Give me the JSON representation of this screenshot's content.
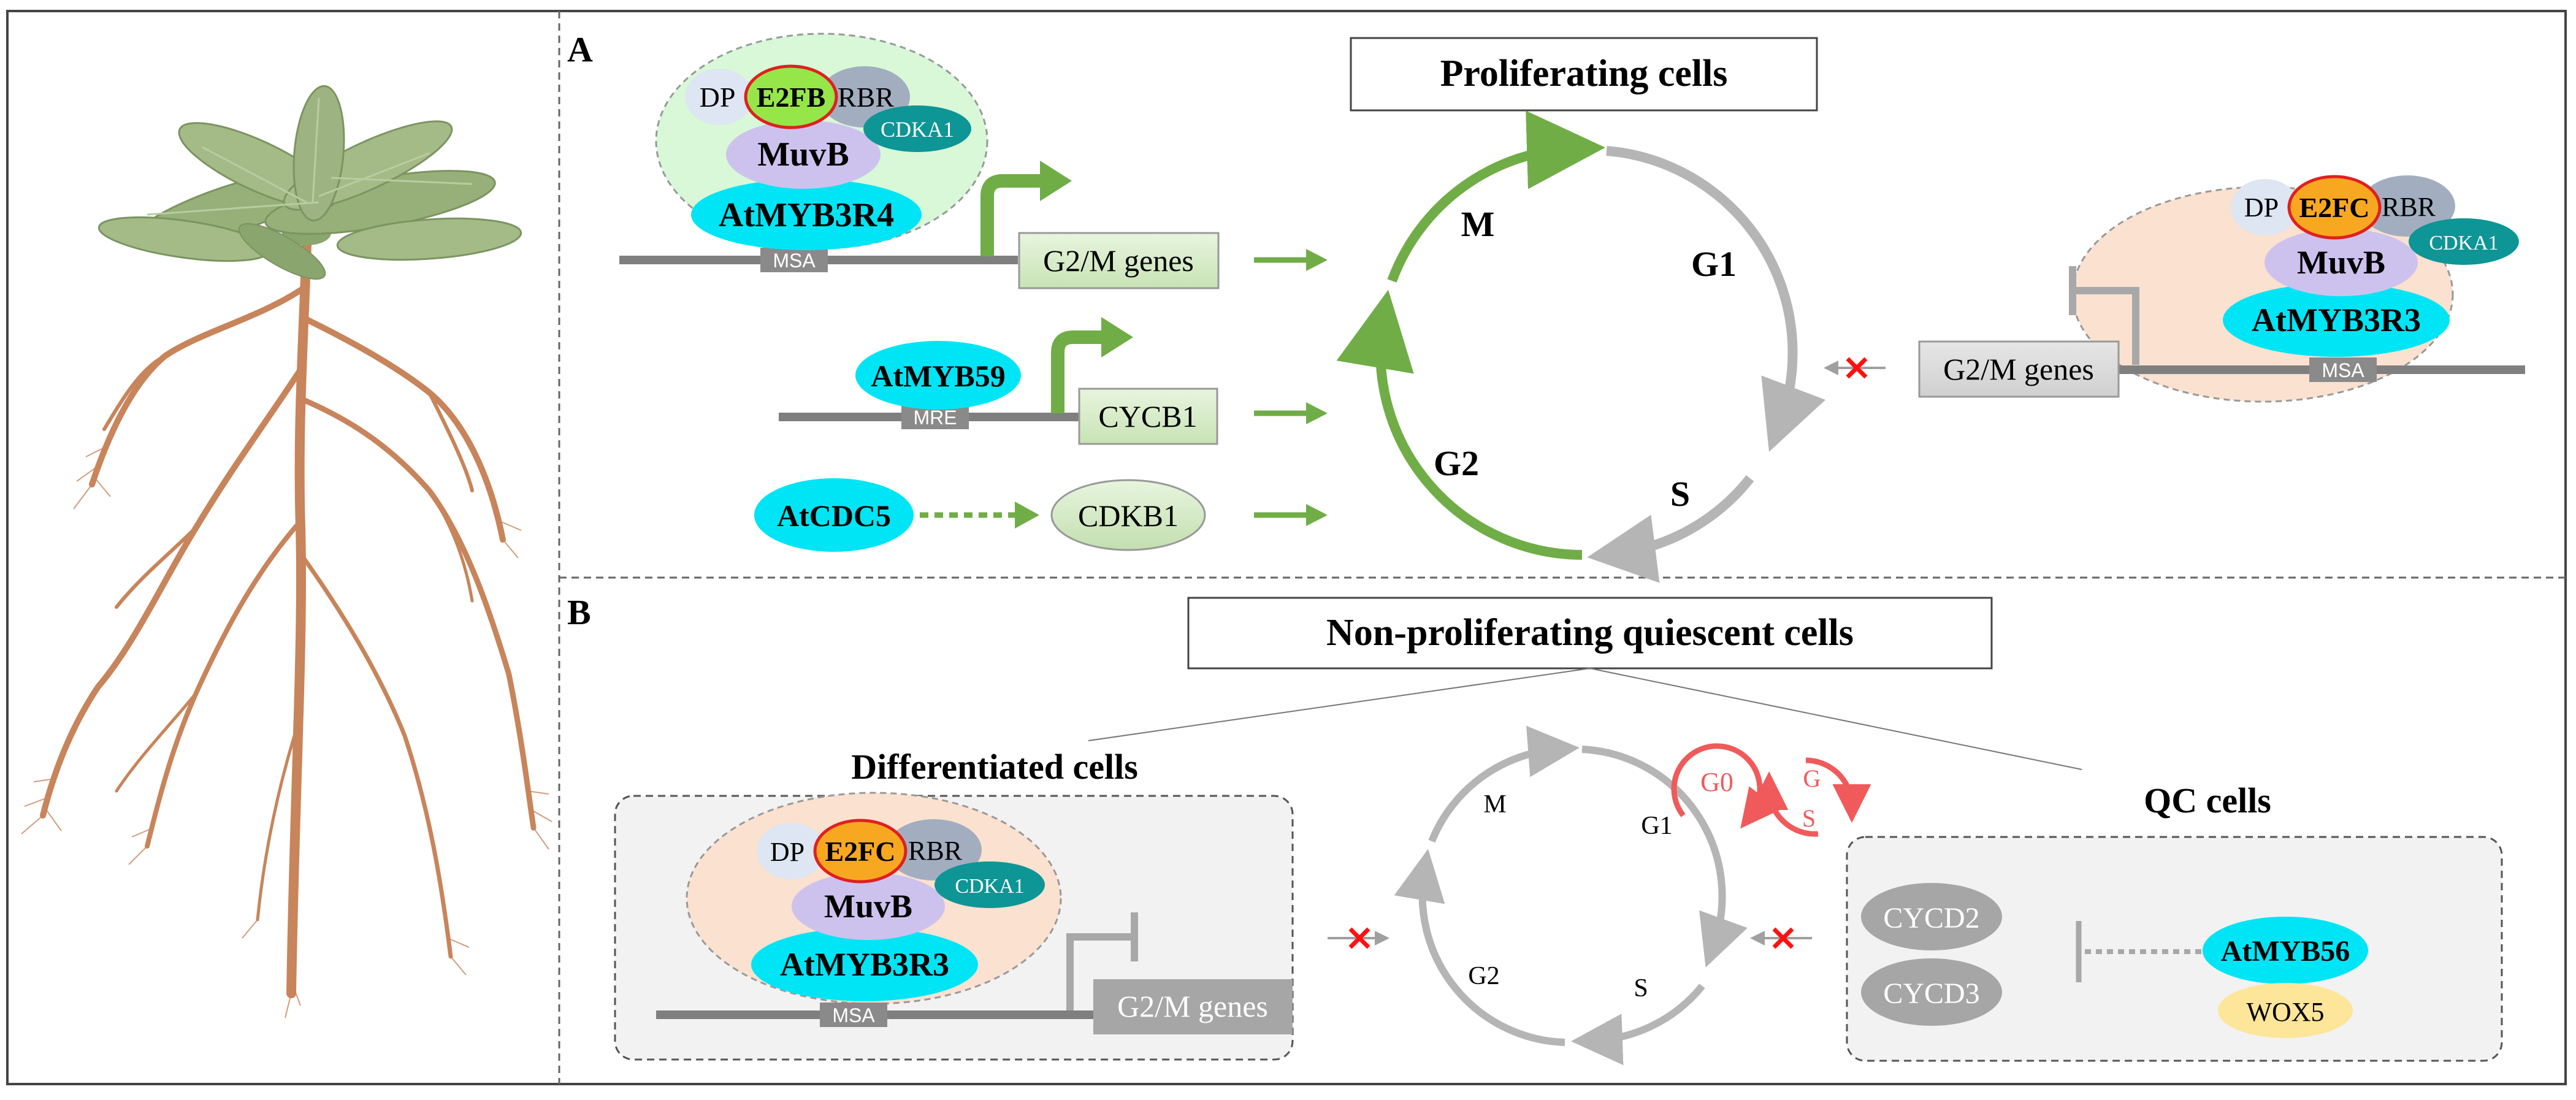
{
  "panels": {
    "a_letter": "A",
    "b_letter": "B"
  },
  "panel_a": {
    "title": "Proliferating cells",
    "myb3r4_complex": {
      "dp": "DP",
      "e2f": "E2FB",
      "rbr": "RBR",
      "cdka": "CDKA1",
      "muvb": "MuvB",
      "myb": "AtMYB3R4",
      "element": "MSA",
      "target": "G2/M genes"
    },
    "myb59": {
      "tf": "AtMYB59",
      "element": "MRE",
      "target": "CYCB1"
    },
    "cdc5": {
      "tf": "AtCDC5",
      "target": "CDKB1"
    },
    "cycle": {
      "m": "M",
      "g1": "G1",
      "s": "S",
      "g2": "G2"
    },
    "myb3r3_complex": {
      "dp": "DP",
      "e2f": "E2FC",
      "rbr": "RBR",
      "cdka": "CDKA1",
      "muvb": "MuvB",
      "myb": "AtMYB3R3",
      "element": "MSA",
      "target": "G2/M genes"
    }
  },
  "panel_b": {
    "title": "Non-proliferating quiescent cells",
    "differentiated": {
      "label": "Differentiated cells",
      "dp": "DP",
      "e2f": "E2FC",
      "rbr": "RBR",
      "cdka": "CDKA1",
      "muvb": "MuvB",
      "myb": "AtMYB3R3",
      "element": "MSA",
      "target": "G2/M genes"
    },
    "cycle": {
      "m": "M",
      "g1": "G1",
      "s": "S",
      "g2": "G2",
      "g0": "G0",
      "gs_g": "G",
      "gs_s": "S"
    },
    "qc": {
      "label": "QC cells",
      "cycd2": "CYCD2",
      "cycd3": "CYCD3",
      "myb56": "AtMYB56",
      "wox5": "WOX5"
    }
  },
  "colors": {
    "green": "#70ad47",
    "grey_arrow": "#b0b0b0",
    "red": "#f05a5a",
    "cyan": "#00e5f5",
    "orange": "#f8a820",
    "teal": "#0e9595",
    "lavender": "#cdc2ee",
    "peach_bg": "#fbe1cf",
    "light_green_bg": "#d8f8d8",
    "root": "#c8845a",
    "leaf": "#97b079"
  }
}
